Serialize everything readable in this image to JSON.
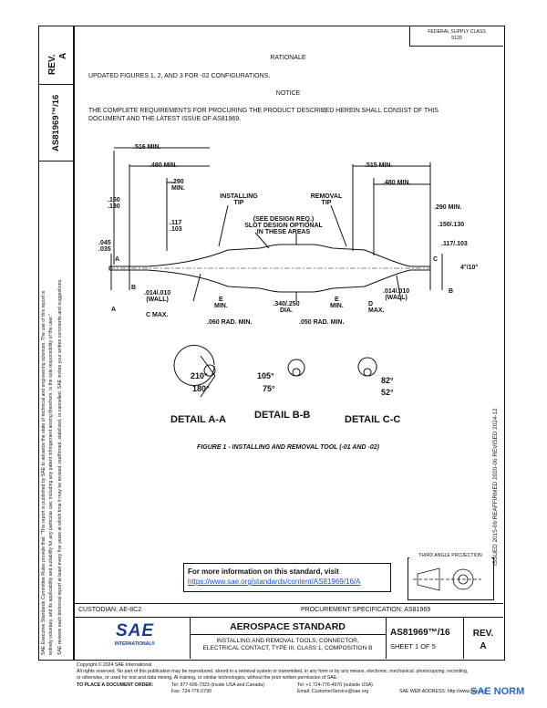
{
  "sidebar": {
    "rev_label": "REV.",
    "rev_value": "A",
    "doc_number": "AS81969™/16",
    "legal_text_1": "SAE Executive Standards Committee Rules provide that: “This report is published by SAE to advance the state of technical and engineering sciences. The use of this report is",
    "legal_text_2": "entirely voluntary, and its applicability and suitability for any particular use, including any patent infringement arising therefrom, is the sole responsibility of the user.”",
    "legal_text_3": "SAE reviews each technical report at least every five years at which time it may be revised, reaffirmed, stabilized, or cancelled. SAE invites your written comments and suggestions.",
    "dates": "ISSUED 2015-06    REAFFIRMED 2020-06    REVISED 2024-12"
  },
  "header": {
    "federal_supply_class_1": "FEDERAL SUPPLY CLASS",
    "federal_supply_class_2": "5120"
  },
  "rationale": {
    "title": "RATIONALE",
    "text": "UPDATED FIGURES 1, 2, AND 3 FOR -02 CONFIGURATIONS."
  },
  "notice": {
    "title": "NOTICE",
    "text_1": "THE COMPLETE REQUIREMENTS FOR PROCURING THE PRODUCT DESCRIBED HEREIN SHALL CONSIST OF THIS",
    "text_2": "DOCUMENT AND THE LATEST ISSUE OF AS81969."
  },
  "figure": {
    "caption": "FIGURE 1 - INSTALLING AND REMOVAL TOOL (-01 AND -02)",
    "dim_516": ".516 MIN.",
    "dim_480_left": ".480 MIN.",
    "dim_290_left": ".290",
    "dim_290_left_b": "MIN.",
    "dim_150": ".150",
    "dim_130": ".130",
    "dim_117": ".117",
    "dim_103": ".103",
    "dim_045": ".045",
    "dim_035": ".035",
    "installing_tip": "INSTALLING",
    "installing_tip_b": "TIP",
    "removal_tip": "REMOVAL",
    "removal_tip_b": "TIP",
    "see_design": "(SEE DESIGN REQ.)",
    "slot_design": "SLOT DESIGN OPTIONAL",
    "in_these_areas": "IN THESE AREAS",
    "dim_515": ".515 MIN.",
    "dim_480_right": ".480 MIN.",
    "dim_290_right": ".290 MIN.",
    "dim_150_130_right": ".150/.130",
    "dim_117_103_right": ".117/.103",
    "angle_4_10": "4°/10°",
    "wall_left": ".014/.010",
    "wall_left_b": "(WALL)",
    "wall_right": ".014/.010",
    "wall_right_b": "(WALL)",
    "e_min_left": "E",
    "e_min_left_b": "MIN.",
    "e_min_right": "E",
    "e_min_right_b": "MIN.",
    "dia": ".340/.250",
    "dia_b": "DIA.",
    "c_max": "C MAX.",
    "d_max": "D",
    "d_max_b": "MAX.",
    "rad_left": ".060 RAD. MIN.",
    "rad_right": ".050 RAD. MIN.",
    "label_a": "A",
    "label_b": "B",
    "label_c": "C",
    "detail_aa": "DETAIL A-A",
    "detail_bb": "DETAIL B-B",
    "detail_cc": "DETAIL C-C",
    "angle_210": "210°",
    "angle_180": "180°",
    "angle_105": "105°",
    "angle_75": "75°",
    "angle_82": "82°",
    "angle_52": "52°"
  },
  "more_info": {
    "line1": "For more information on this standard, visit",
    "url": "https://www.sae.org/standards/content/AS81969/16/A"
  },
  "third_angle": "THIRD ANGLE PROJECTION",
  "title_block": {
    "custodian": "CUSTODIAN: AE-8C2",
    "procurement": "PROCUREMENT SPECIFICATION: AS81969",
    "aerospace_standard": "AEROSPACE STANDARD",
    "title_1": "INSTALLING AND REMOVAL TOOLS, CONNECTOR,",
    "title_2": "ELECTRICAL CONTACT, TYPE III, CLASS 1, COMPOSITION B",
    "doc_number": "AS81969™/16",
    "sheet": "SHEET 1 OF 5",
    "rev_label": "REV.",
    "rev_value": "A",
    "logo": "SAE",
    "logo_sub": "INTERNATIONAL®"
  },
  "footer": {
    "copyright": "Copyright © 2024 SAE International",
    "rights_1": "All rights reserved. No part of this publication may be reproduced, stored in a retrieval system or transmitted, in any form or by any means, electronic, mechanical, photocopying, recording,",
    "rights_2": "or otherwise, or used for text and data mining, AI training, or similar technologies, without the prior written permission of SAE.",
    "order_label": "TO PLACE A DOCUMENT ORDER:",
    "tel_1": "Tel:   877-606-7323 (inside USA and Canada)",
    "tel_2": "Tel:   +1 724-776-4970 (outside USA)",
    "fax": "Fax:   724-776-0790",
    "email": "Email:  CustomerService@sae.org",
    "web": "SAE WEB ADDRESS: http://www.sae.org",
    "watermark": "SAE NORM"
  }
}
